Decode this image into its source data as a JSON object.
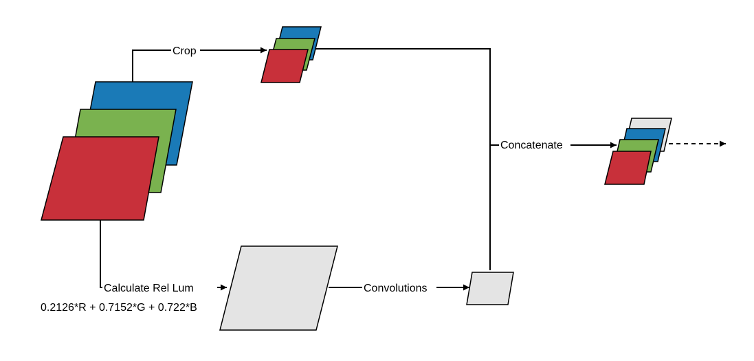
{
  "labels": {
    "crop": "Crop",
    "concatenate": "Concatenate",
    "calc_rel_lum": "Calculate Rel Lum",
    "formula": "0.2126*R + 0.7152*G + 0.722*B",
    "convolutions": "Convolutions"
  },
  "colors": {
    "red": "#c8303a",
    "green": "#7ab24f",
    "blue": "#1a7ab7",
    "gray": "#e4e4e4"
  }
}
